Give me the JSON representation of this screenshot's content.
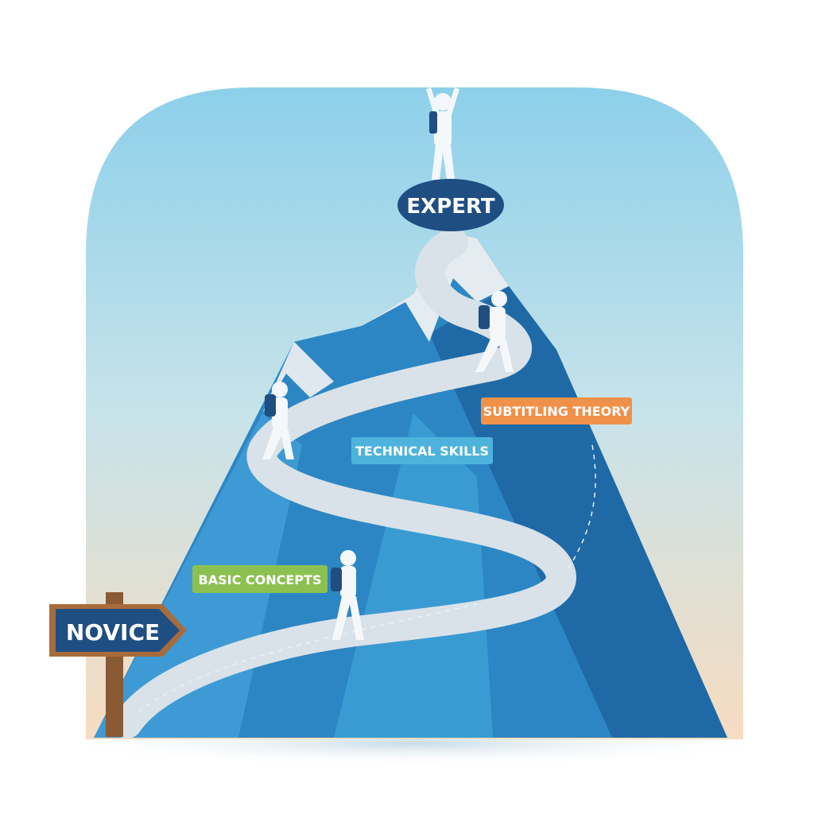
{
  "labels": {
    "expert": "EXPERT",
    "novice": "NOVICE",
    "subtitling_theory": "SUBTITLING THEORY",
    "technical_skills": "TECHNICAL SKILLS",
    "basic_concepts": "BASIC CONCEPTS"
  },
  "colors": {
    "expert_badge": "#1f4e82",
    "novice_sign": "#1f4e82",
    "subtitling_theory": "#f0914a",
    "technical_skills": "#4db3dc",
    "basic_concepts": "#8cc152",
    "mountain": "#2d86c4",
    "path": "#d9e2e8"
  }
}
